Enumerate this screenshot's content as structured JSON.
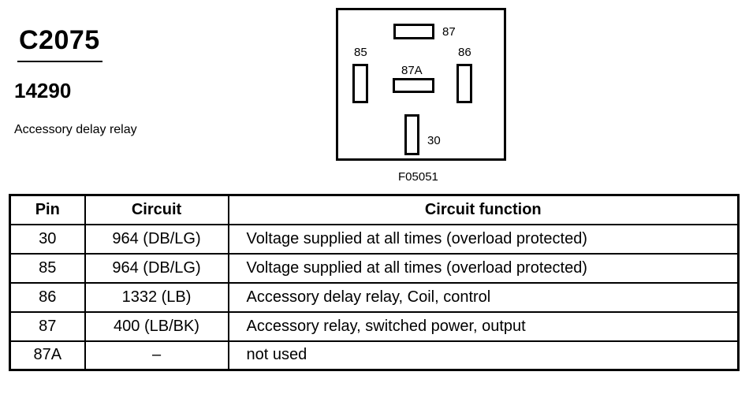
{
  "connector": {
    "id": "C2075",
    "part_number": "14290",
    "description": "Accessory delay relay"
  },
  "diagram": {
    "pins": [
      "87",
      "85",
      "87A",
      "86",
      "30"
    ],
    "figure_code": "F05051"
  },
  "table": {
    "headers": [
      "Pin",
      "Circuit",
      "Circuit function"
    ],
    "rows": [
      {
        "pin": "30",
        "circuit": "964 (DB/LG)",
        "function": "Voltage supplied at all times (overload protected)"
      },
      {
        "pin": "85",
        "circuit": "964 (DB/LG)",
        "function": "Voltage supplied at all times (overload protected)"
      },
      {
        "pin": "86",
        "circuit": "1332 (LB)",
        "function": "Accessory delay relay, Coil, control"
      },
      {
        "pin": "87",
        "circuit": "400 (LB/BK)",
        "function": "Accessory relay, switched power, output"
      },
      {
        "pin": "87A",
        "circuit": "–",
        "function": "not used"
      }
    ]
  }
}
